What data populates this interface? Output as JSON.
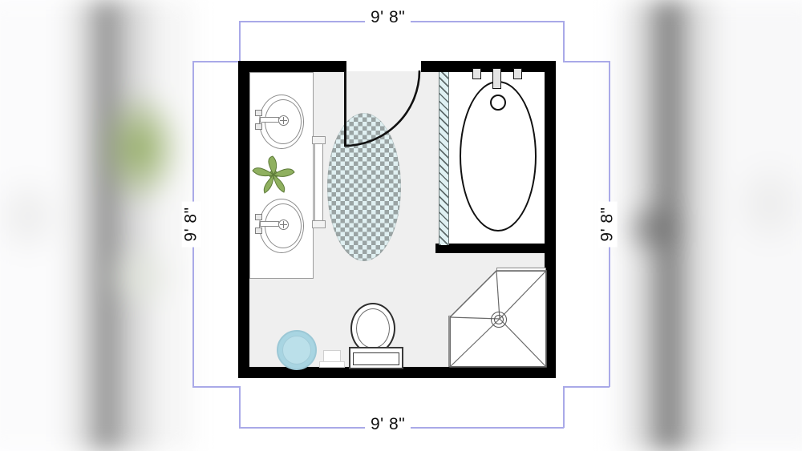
{
  "plan": {
    "title": "Bathroom floor plan",
    "dimensions": {
      "top": {
        "label": "9' 8\"",
        "value": 9.667,
        "unit": "ft-in"
      },
      "bottom": {
        "label": "9' 8\"",
        "value": 9.667,
        "unit": "ft-in"
      },
      "left": {
        "label": "9' 8\"",
        "value": 9.667,
        "unit": "ft-in"
      },
      "right": {
        "label": "9' 8\"",
        "value": 9.667,
        "unit": "ft-in"
      }
    },
    "colors": {
      "dimension_line": "#a9a9e8",
      "wall": "#000000",
      "floor": "#efefef",
      "glass_partition": "#dff1f3",
      "round_rug": "#a8d5e2",
      "checker_rug_light": "#dff1f3",
      "checker_rug_dark": "#8f9a9a",
      "plant_green": "#7fa055"
    },
    "fixtures": [
      {
        "name": "double-vanity",
        "label": "Double vanity"
      },
      {
        "name": "sink-upper",
        "label": "Oval sink"
      },
      {
        "name": "sink-lower",
        "label": "Oval sink"
      },
      {
        "name": "potted-plant",
        "label": "Plant"
      },
      {
        "name": "towel-rail",
        "label": "Towel rail"
      },
      {
        "name": "checkered-oval-rug",
        "label": "Checkered oval rug"
      },
      {
        "name": "entry-door",
        "label": "Entry door"
      },
      {
        "name": "glass-partition-wall",
        "label": "Glass partition"
      },
      {
        "name": "oval-bathtub",
        "label": "Oval bathtub"
      },
      {
        "name": "corner-shower",
        "label": "Corner shower"
      },
      {
        "name": "round-blue-rug",
        "label": "Round rug"
      },
      {
        "name": "small-stool",
        "label": "Stool"
      },
      {
        "name": "makeup-vanity",
        "label": "Makeup vanity"
      },
      {
        "name": "vanity-mirror",
        "label": "Round mirror"
      }
    ]
  }
}
